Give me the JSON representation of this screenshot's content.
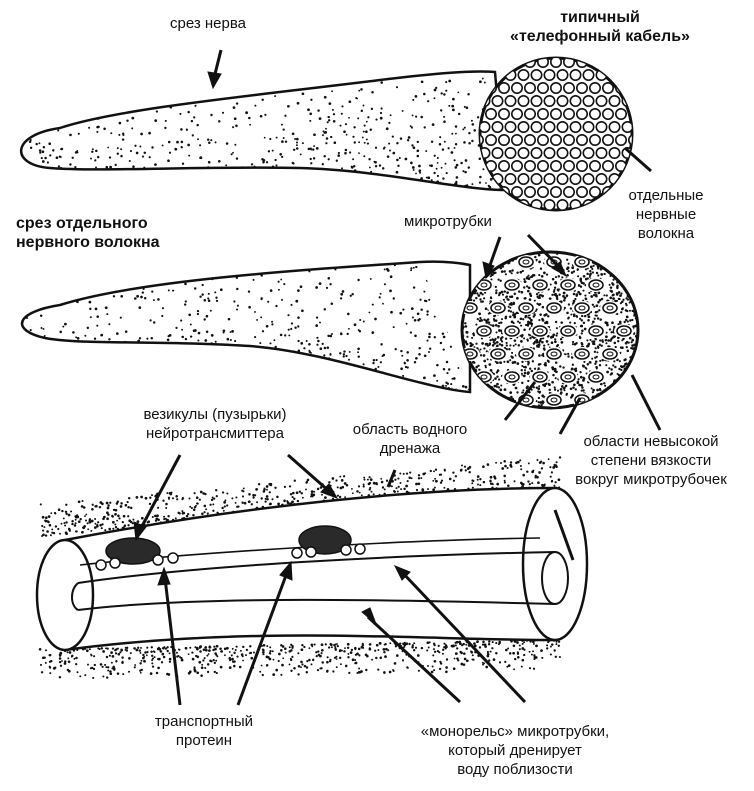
{
  "labels": {
    "nerve_section": "срез нерва",
    "cable_title_1": "типичный",
    "cable_title_2": "«телефонный кабель»",
    "fibers_1": "отдельные",
    "fibers_2": "нервные",
    "fibers_3": "волокна",
    "fiber_section_1": "срез отдельного",
    "fiber_section_2": "нервного волокна",
    "microtubules": "микротрубки",
    "vesicles_1": "везикулы (пузырьки)",
    "vesicles_2": "нейротрансмиттера",
    "drainage_1": "область водного",
    "drainage_2": "дренажа",
    "viscosity_1": "области невысокой",
    "viscosity_2": "степени вязкости",
    "viscosity_3": "вокруг микротрубочек",
    "transport_1": "транспортный",
    "transport_2": "протеин",
    "monorail_1": "«монорельс» микротрубки,",
    "monorail_2": "который дренирует",
    "monorail_3": "воду поблизости"
  },
  "colors": {
    "ink": "#111111",
    "background": "#ffffff",
    "vesicle": "#2a2a2a"
  }
}
